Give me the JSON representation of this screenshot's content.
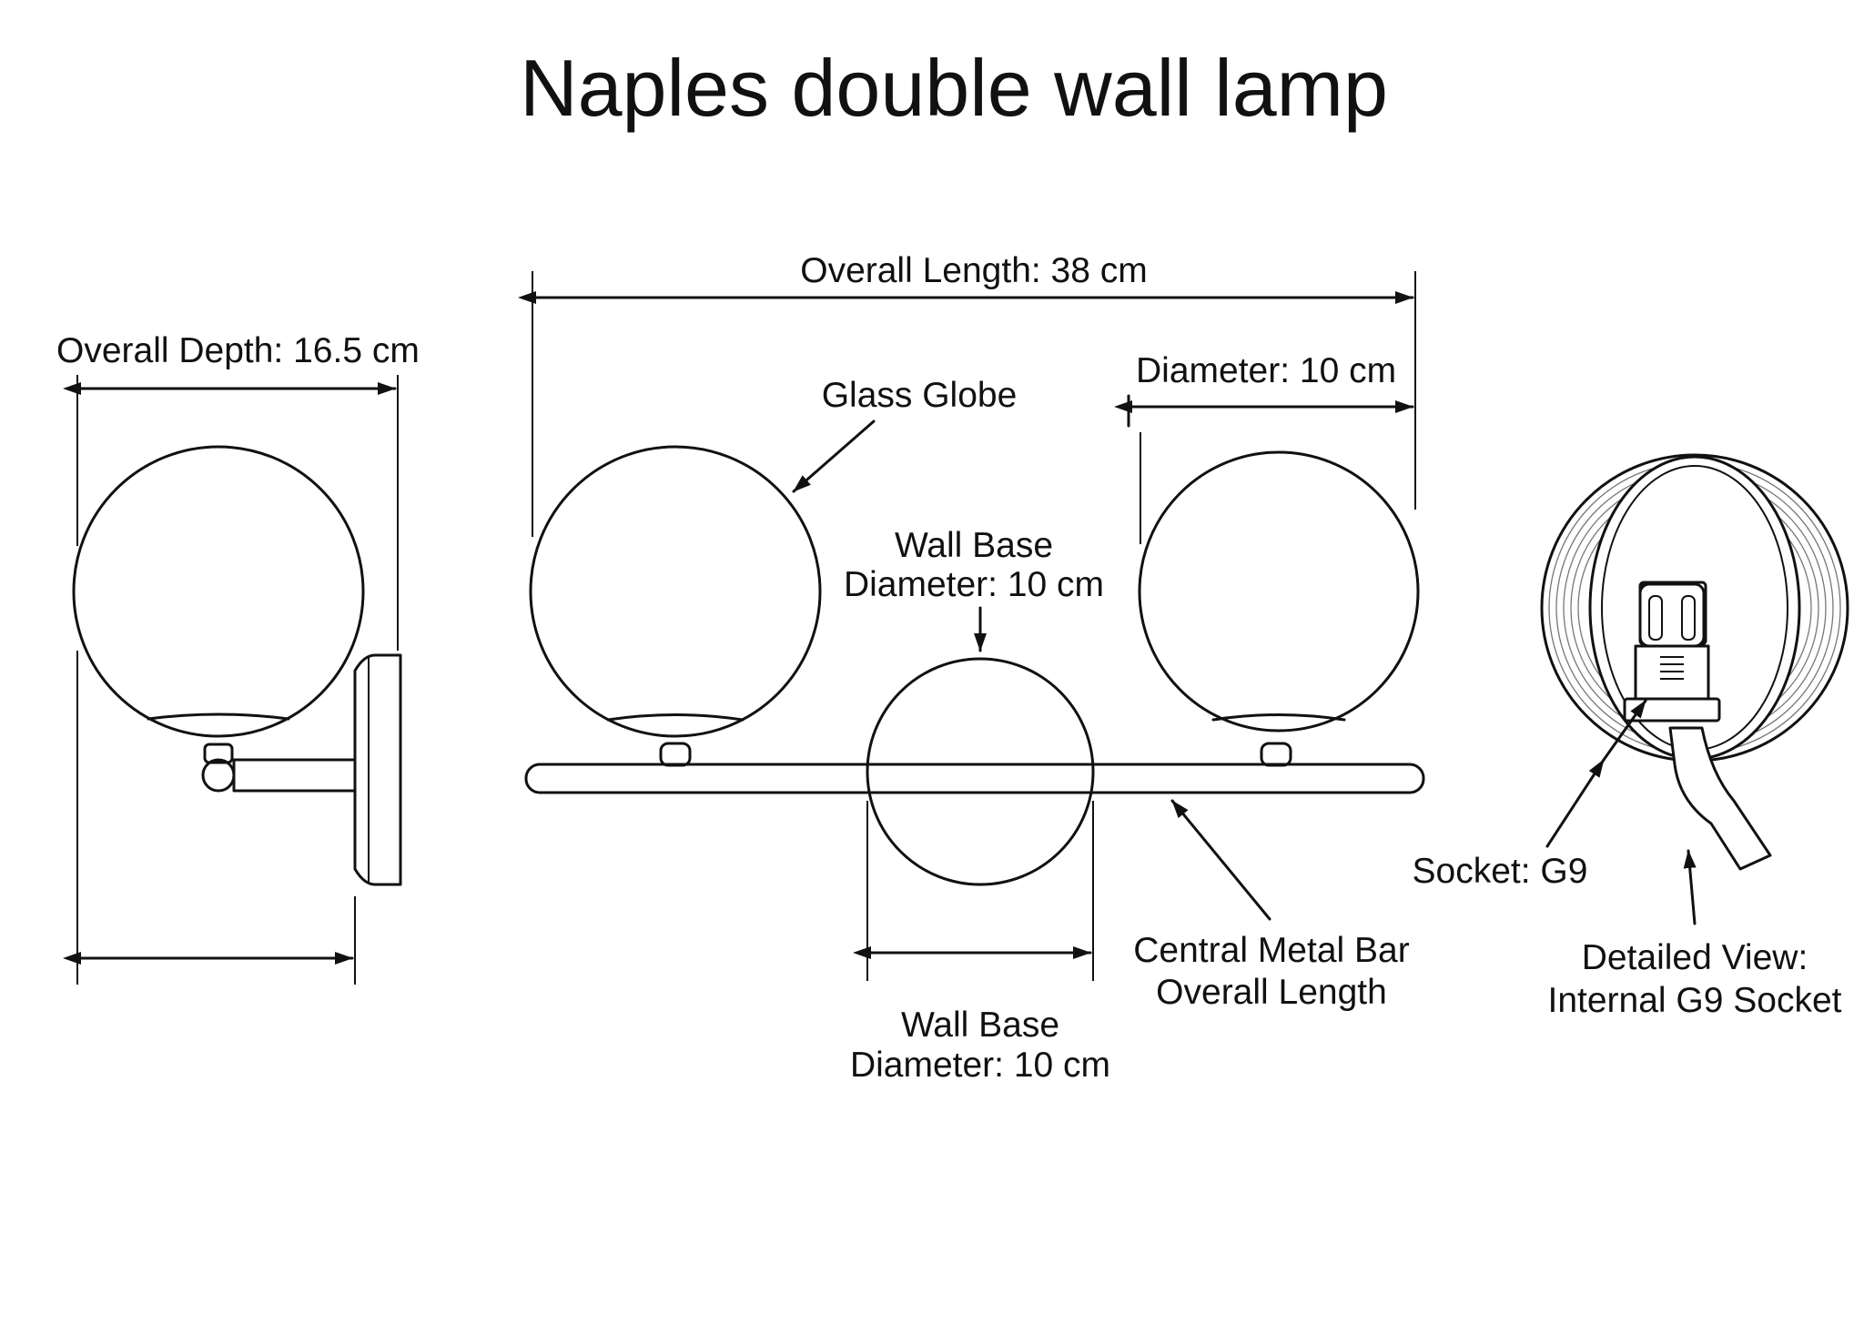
{
  "title": "Naples double wall lamp",
  "labels": {
    "overall_depth": "Overall Depth: 16.5 cm",
    "overall_length": "Overall Length: 38 cm",
    "glass_globe": "Glass Globe",
    "diameter": "Diameter: 10 cm",
    "wall_base_top_line1": "Wall Base",
    "wall_base_top_line2": "Diameter: 10 cm",
    "wall_base_bottom_line1": "Wall Base",
    "wall_base_bottom_line2": "Diameter: 10 cm",
    "central_bar_line1": "Central Metal Bar",
    "central_bar_line2": "Overall Length",
    "socket": "Socket: G9",
    "detail_line1": "Detailed View:",
    "detail_line2": "Internal G9 Socket"
  },
  "colors": {
    "line": "#111111",
    "background": "#ffffff"
  }
}
